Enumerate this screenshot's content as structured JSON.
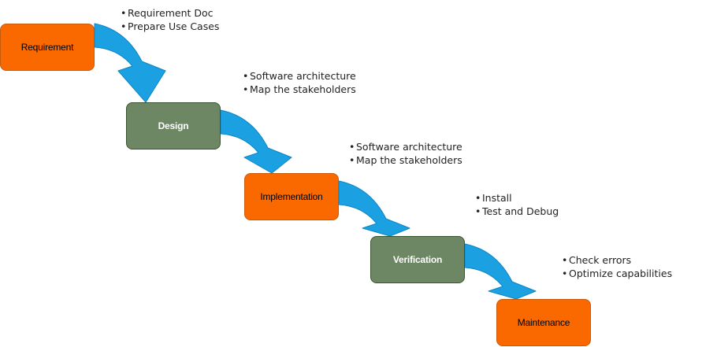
{
  "stages": [
    {
      "label": "Requirement",
      "color": "#fa6800",
      "notes": [
        "Requirement Doc",
        "Prepare Use Cases"
      ]
    },
    {
      "label": "Design",
      "color": "#6d8764",
      "notes": [
        "Software architecture",
        "Map the stakeholders"
      ]
    },
    {
      "label": "Implementation",
      "color": "#fa6800",
      "notes": [
        "Software architecture",
        "Map the stakeholders"
      ]
    },
    {
      "label": "Verification",
      "color": "#6d8764",
      "notes": [
        "Install",
        "Test and Debug"
      ]
    },
    {
      "label": "Maintenance",
      "color": "#fa6800",
      "notes": [
        "Check errors",
        "Optimize capabilities"
      ]
    }
  ],
  "connector_color": "#1ba1e2"
}
